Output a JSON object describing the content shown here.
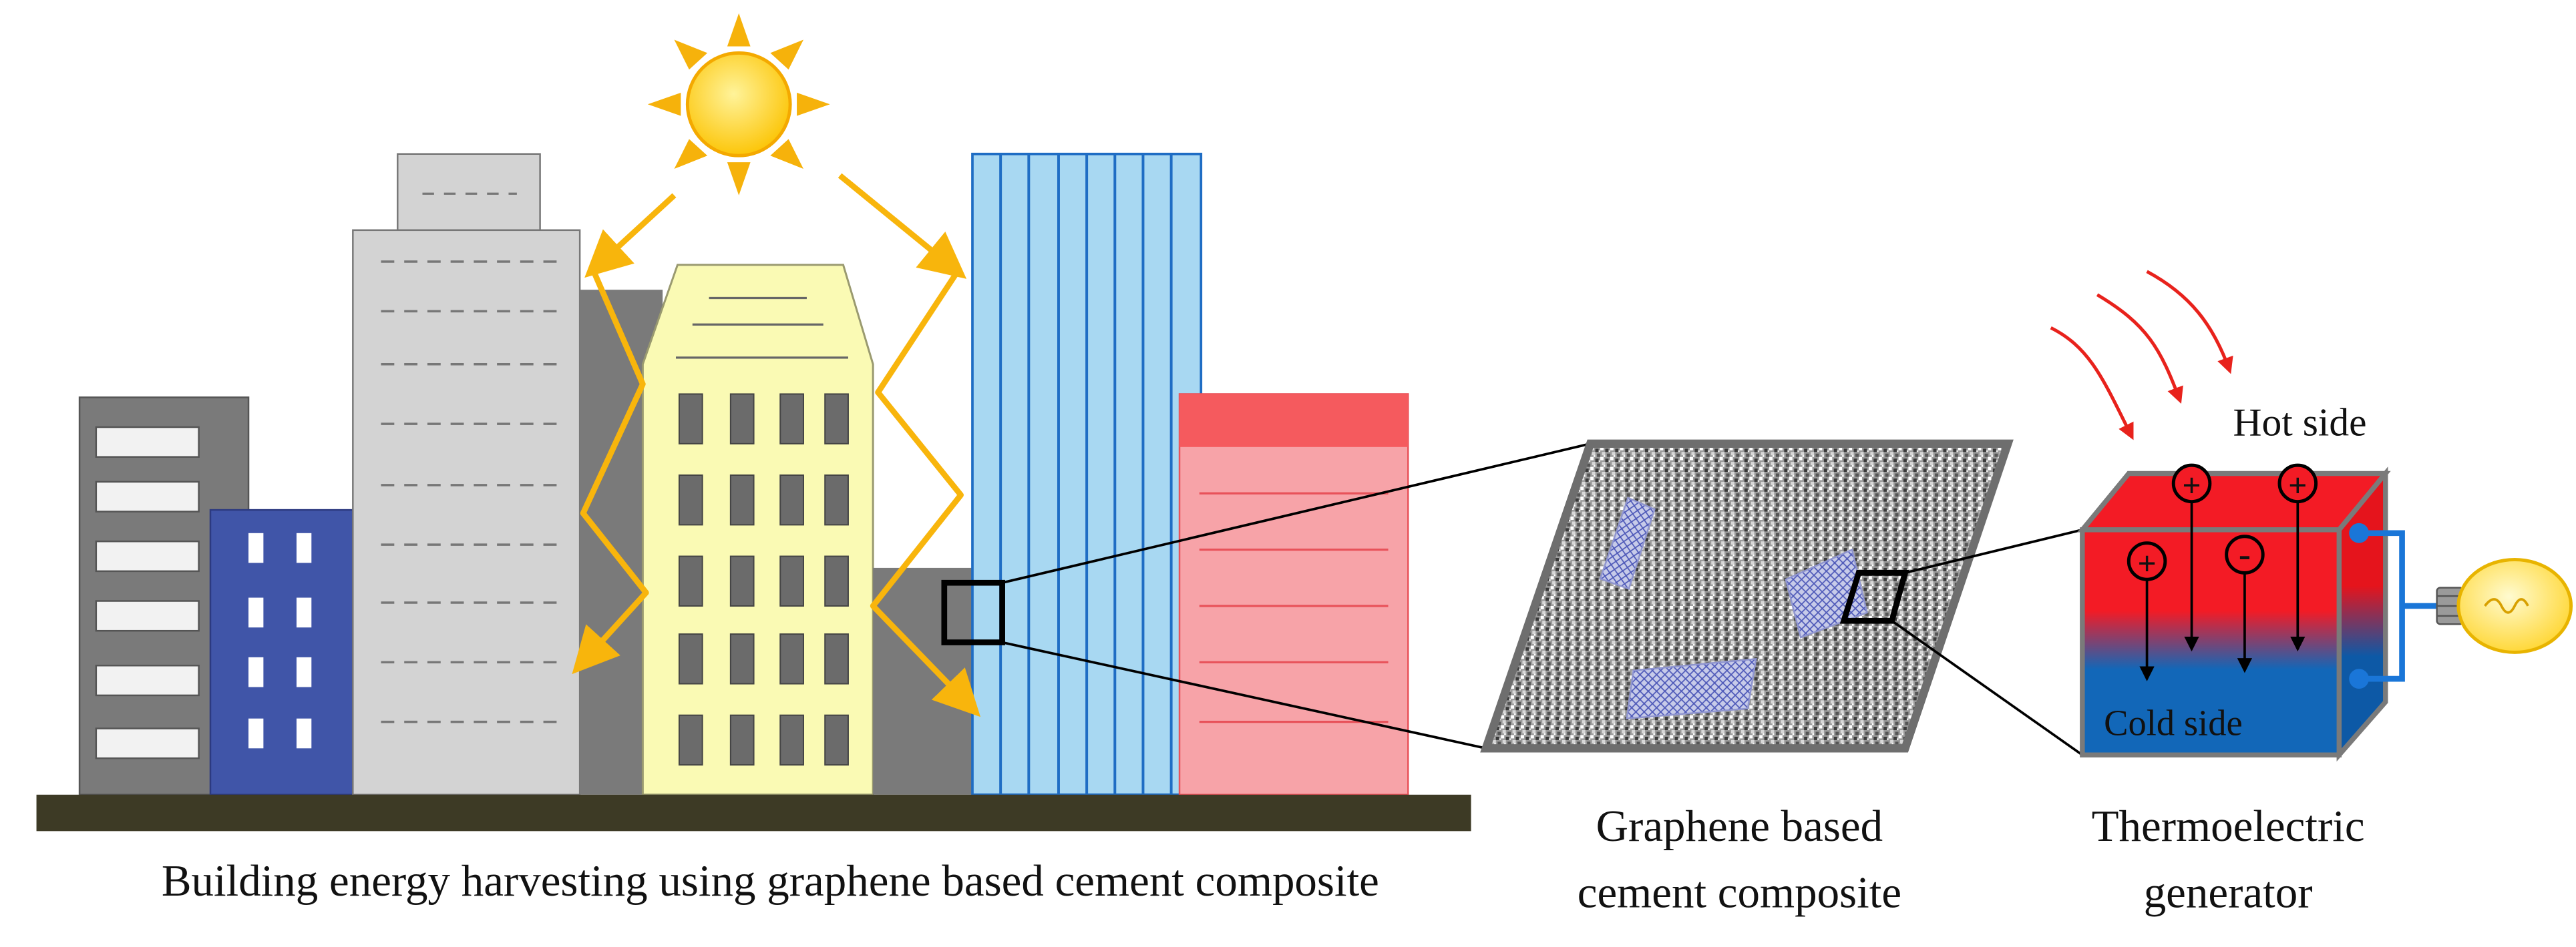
{
  "labels": {
    "caption_main": "Building energy harvesting using graphene based cement composite",
    "composite_line1": "Graphene based",
    "composite_line2": "cement composite",
    "teg_line1": "Thermoelectric",
    "teg_line2": "generator",
    "hot_side": "Hot side",
    "cold_side": "Cold side"
  },
  "charges": {
    "plus": "+",
    "minus": "-"
  },
  "colors": {
    "sun": "#fcd116",
    "sun_rays": "#f6b20b",
    "sunlight_path": "#f8b50c",
    "ground": "#3d3a25",
    "hot": "#f31b25",
    "cold": "#1267b8",
    "heat_arrows": "#e8221c",
    "wire": "#1a76d8",
    "bulb": "#ffe55a"
  }
}
